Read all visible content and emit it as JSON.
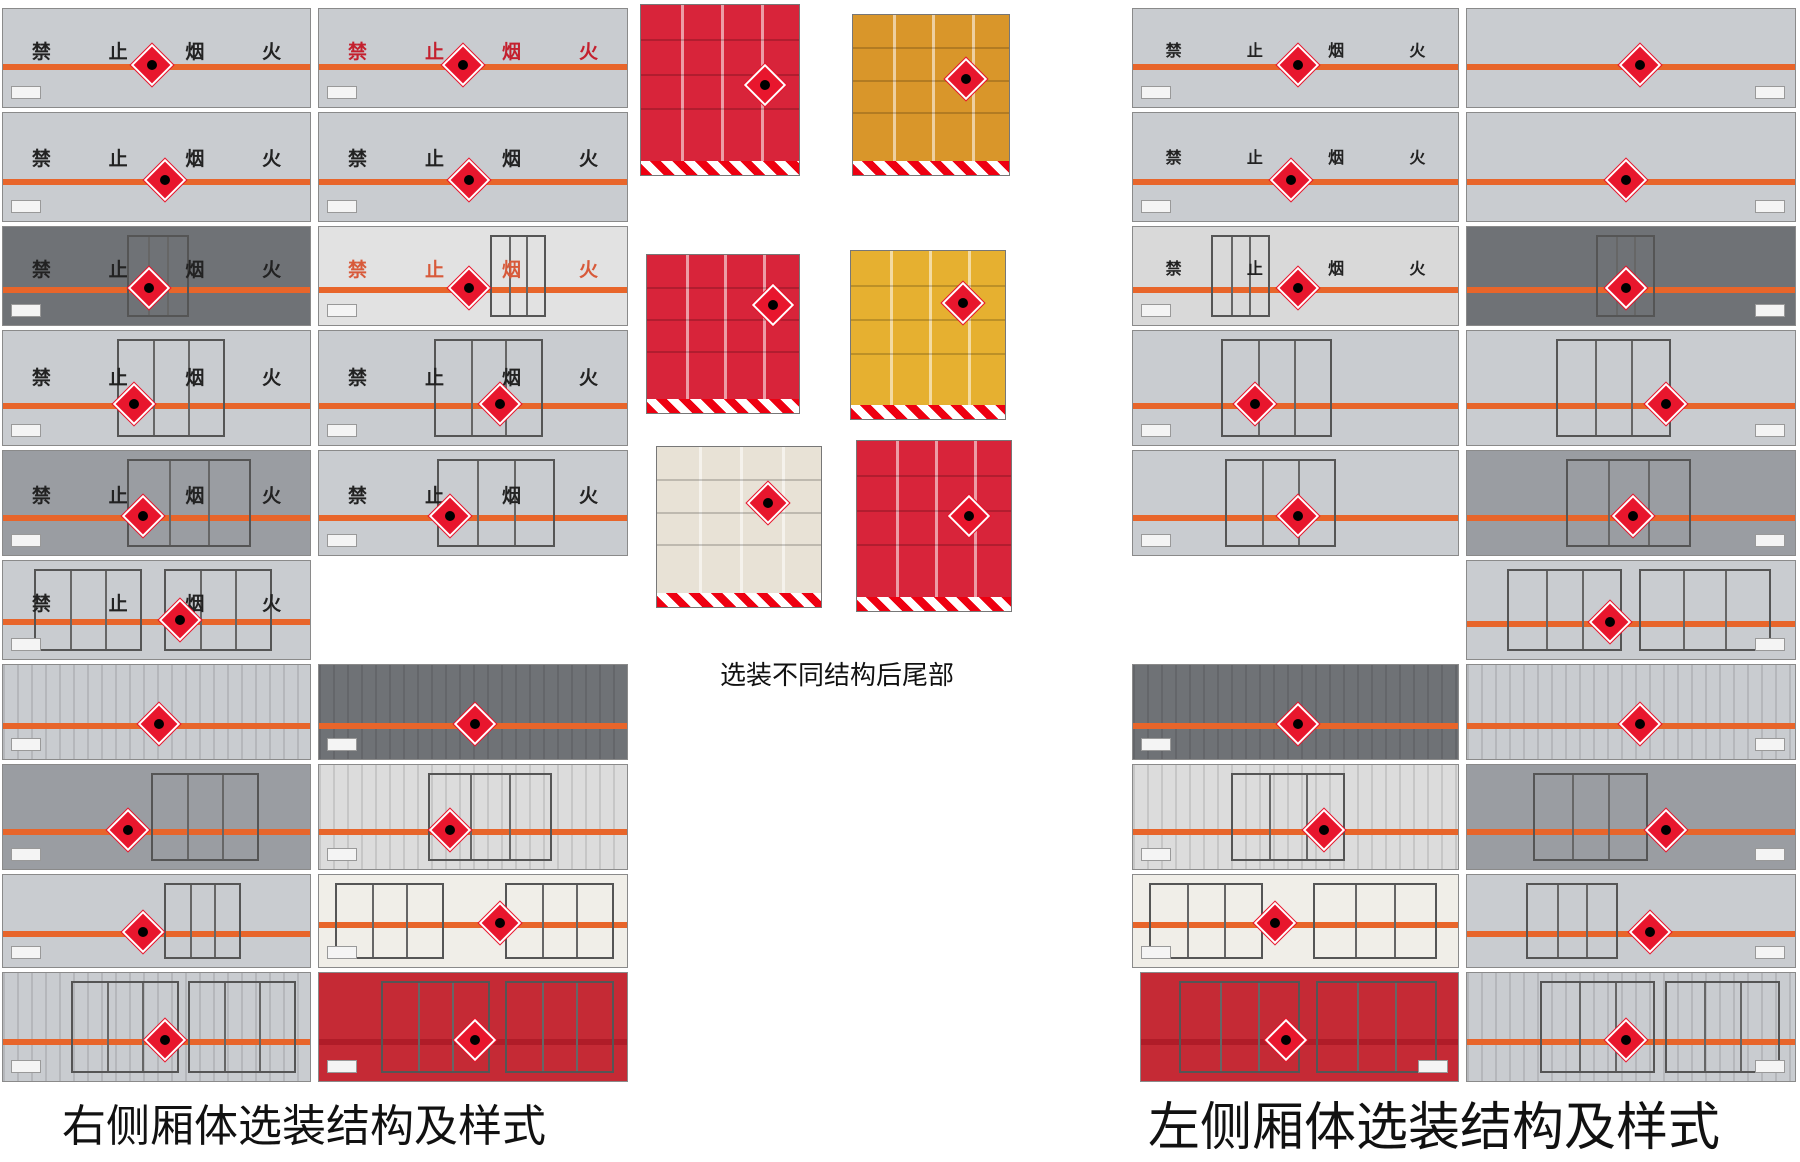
{
  "labels": {
    "right_side_caption": "右侧厢体选装结构及样式",
    "left_side_caption": "左侧厢体选装结构及样式",
    "rear_caption": "选装不同结构后尾部"
  },
  "warning_chars": [
    "禁",
    "止",
    "烟",
    "火"
  ],
  "colors": {
    "stripe": "#e8652a",
    "hazard_diamond": "#e8162d",
    "panel_light_gray": "#c9ccd0",
    "panel_mid_gray": "#9a9da2",
    "panel_dark_gray": "#6f7276",
    "rear_red": "#d8243a",
    "rear_orange": "#d9962a",
    "rear_yellow": "#e6b030",
    "rear_cream": "#e8e2d6",
    "panel_red": "#c52a35"
  },
  "icons": [
    "hazard-diamond-icon",
    "truck-rear-door-icon"
  ]
}
